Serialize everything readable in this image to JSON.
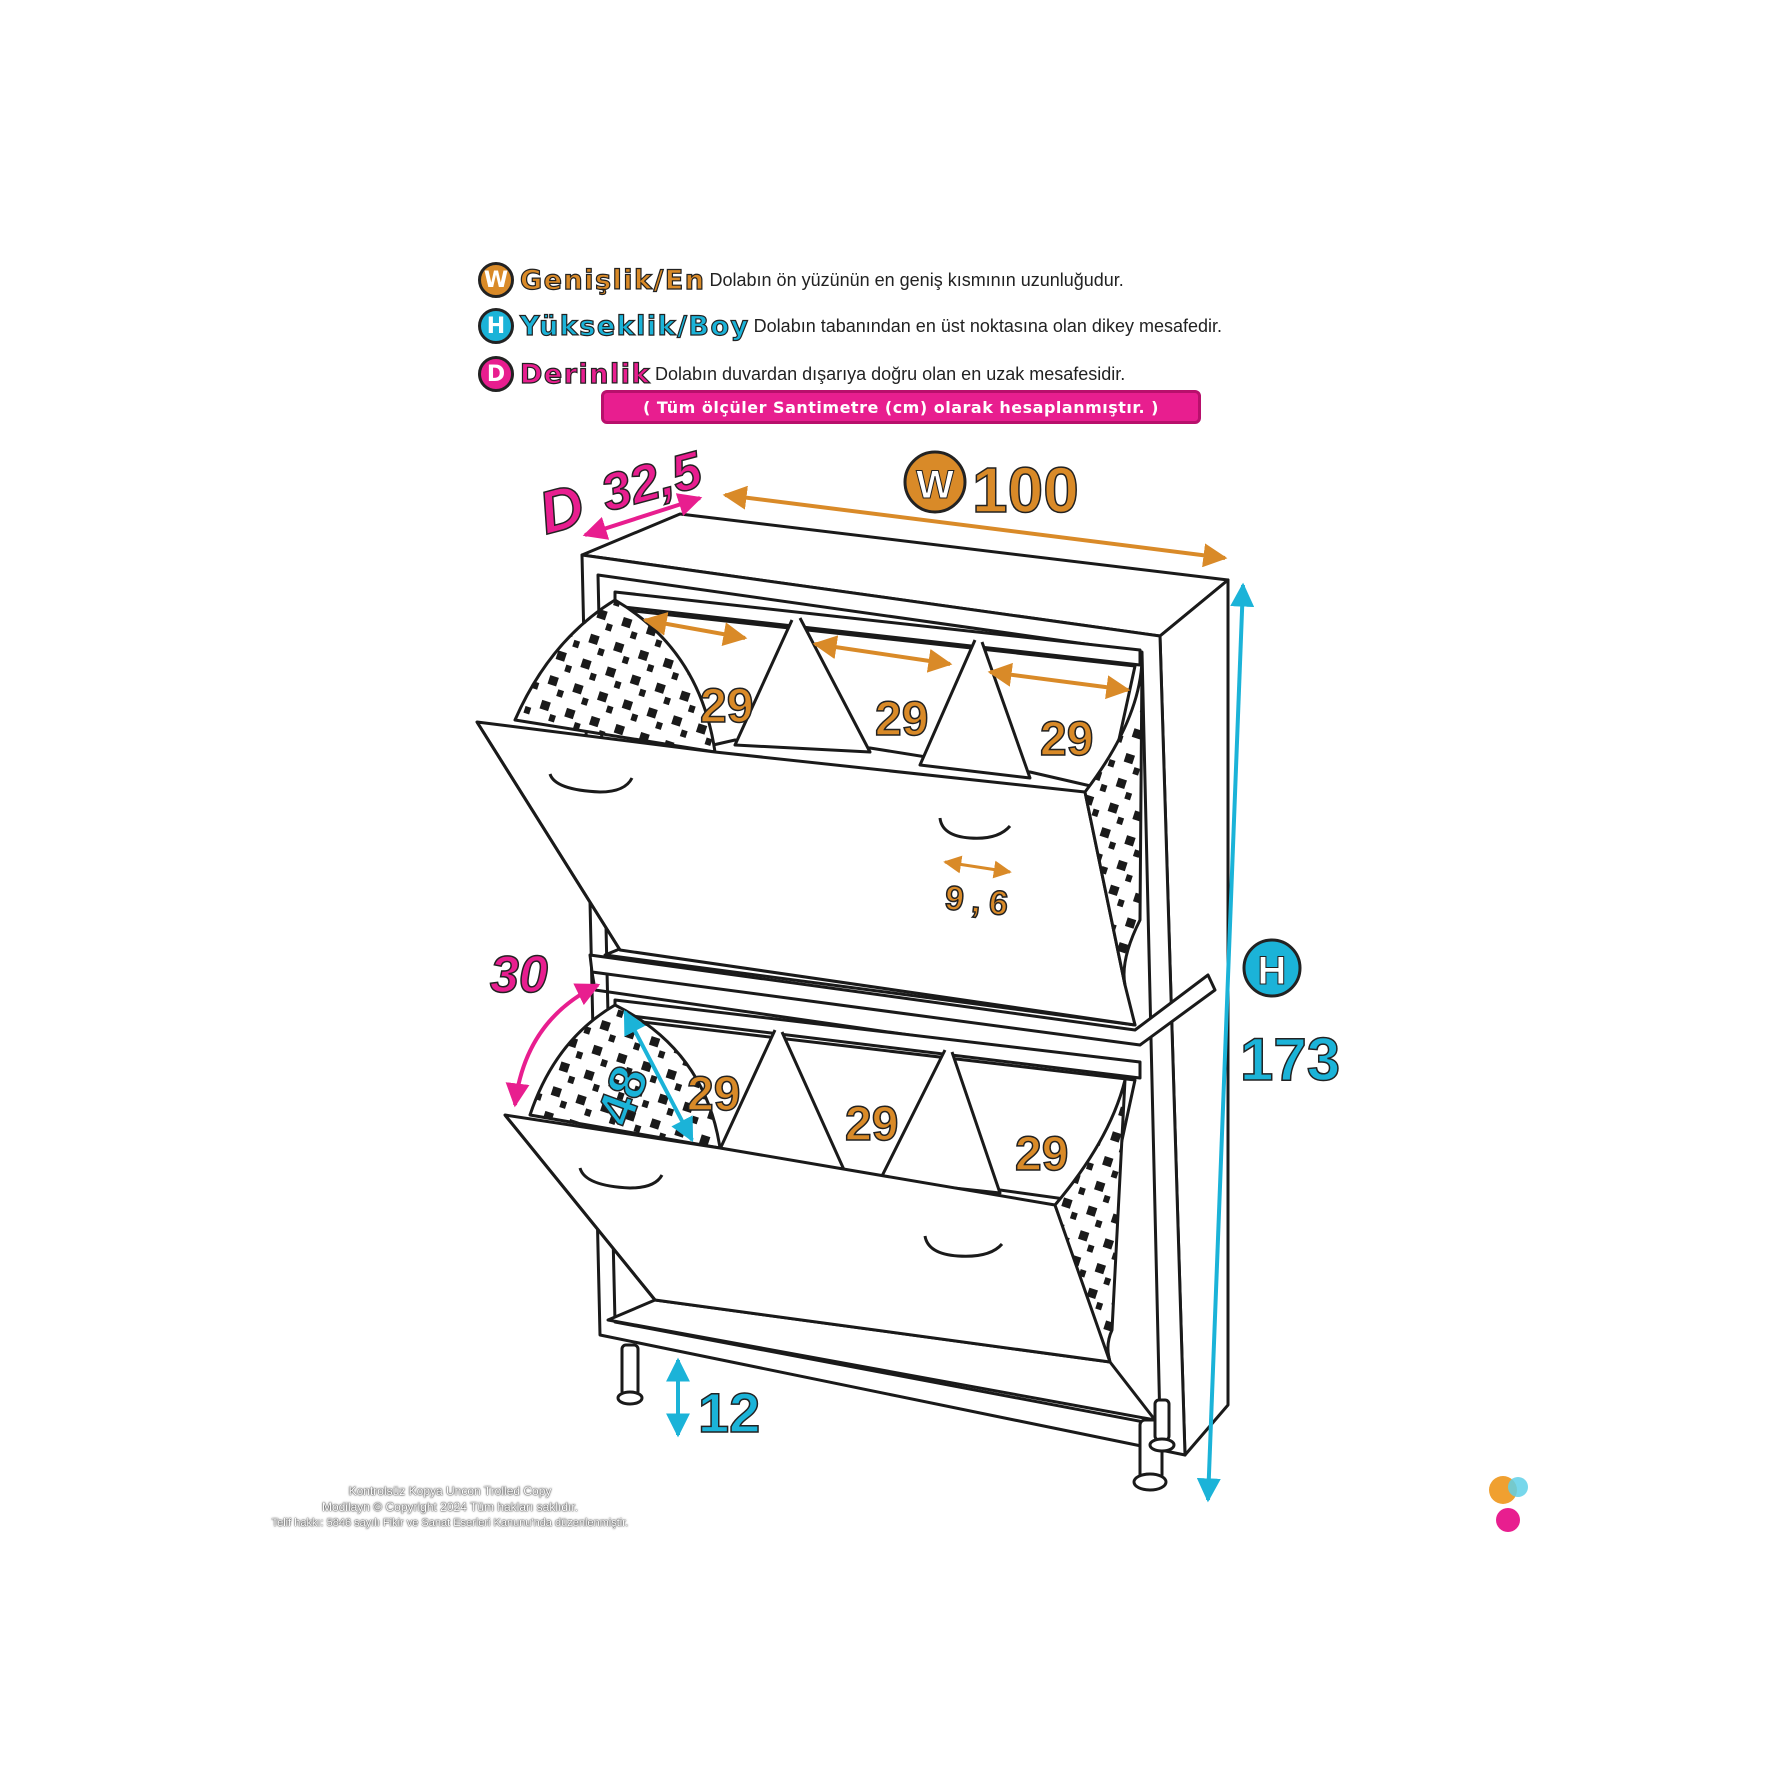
{
  "legend": [
    {
      "letter": "W",
      "term": "Genişlik/En",
      "desc": "Dolabın ön yüzünün en geniş kısmının uzunluğudur.",
      "color": "#d98a28"
    },
    {
      "letter": "H",
      "term": "Yükseklik/Boy",
      "desc": "Dolabın tabanından en üst noktasına olan dikey mesafedir.",
      "color": "#1bb3d8"
    },
    {
      "letter": "D",
      "term": "Derinlik",
      "desc": "Dolabın duvardan dışarıya doğru olan en uzak mesafesidir.",
      "color": "#e81e8f"
    }
  ],
  "note": "( Tüm ölçüler Santimetre (cm) olarak hesaplanmıştır. )",
  "dimensions": {
    "depth_letter": "D",
    "depth": "32,5",
    "width_letter": "W",
    "width": "100",
    "height_letter": "H",
    "height": "173",
    "compartment": "29",
    "handle": "9,6",
    "flap_angle": "30",
    "flap_height": "48",
    "leg_height": "12"
  },
  "copyright": [
    "Kontrolsüz Kopya Uncon Trolled Copy",
    "Modilayn © Copyright 2024 Tüm hakları saklıdır.",
    "Telif hakkı: 5846 sayılı Fikir ve Sanat Eserleri Kanunu'nda düzenlenmiştir."
  ],
  "colors": {
    "orange": "#d98a28",
    "cyan": "#1bb3d8",
    "magenta": "#e81e8f",
    "ink": "#1a1a1a"
  }
}
